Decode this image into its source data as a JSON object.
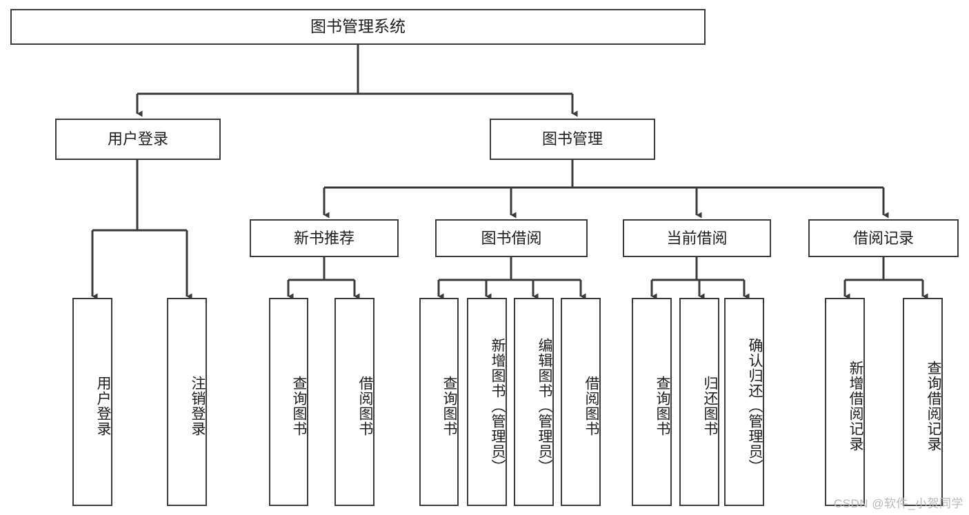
{
  "diagram": {
    "title": "图书管理系统",
    "type": "tree-hierarchy-chart",
    "watermark": "CSDN @软件_小贺同学",
    "root": {
      "label": "图书管理系统"
    },
    "level2": [
      {
        "label": "用户登录"
      },
      {
        "label": "图书管理"
      }
    ],
    "level3": [
      {
        "label": "新书推荐"
      },
      {
        "label": "图书借阅"
      },
      {
        "label": "当前借阅"
      },
      {
        "label": "借阅记录"
      }
    ],
    "leaves": [
      {
        "label": "用户登录"
      },
      {
        "label": "注销登录"
      },
      {
        "label": "查询图书"
      },
      {
        "label": "借阅图书"
      },
      {
        "label": "查询图书"
      },
      {
        "label": "新增图书（管理员）"
      },
      {
        "label": "编辑图书（管理员）"
      },
      {
        "label": "借阅图书"
      },
      {
        "label": "查询图书"
      },
      {
        "label": "归还图书"
      },
      {
        "label": "确认归还（管理员）"
      },
      {
        "label": "新增借阅记录"
      },
      {
        "label": "查询借阅记录"
      }
    ],
    "colors": {
      "stroke": "#3a3a3a",
      "fill": "#ffffff",
      "text": "#1c1c1c",
      "watermark": "#b9b9b9"
    }
  }
}
